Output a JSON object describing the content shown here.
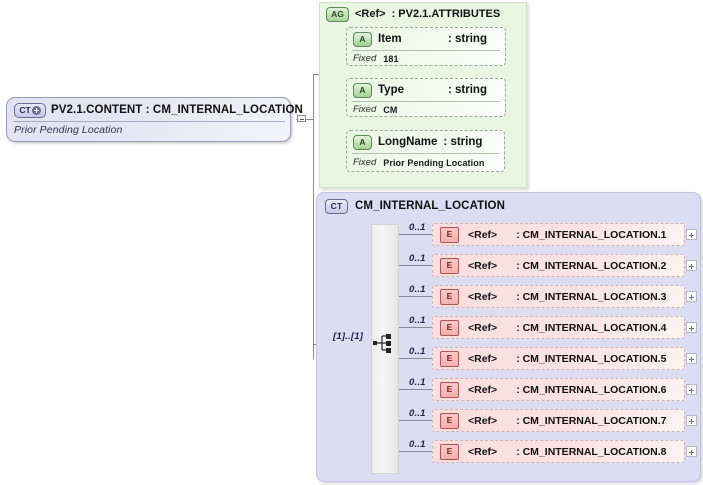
{
  "diagram": {
    "type": "xsd-schema-diagram",
    "root": {
      "badge": "CT",
      "badge_icon": "complex-type-expand-icon",
      "title": "PV2.1.CONTENT : CM_INTERNAL_LOCATION",
      "annotation": "Prior Pending Location"
    },
    "attribute_group": {
      "badge": "AG",
      "ref": "<Ref>",
      "type": ": PV2.1.ATTRIBUTES",
      "fixed_label": "Fixed",
      "attributes": [
        {
          "badge": "A",
          "name": "Item",
          "type": ": string",
          "fixed": "181"
        },
        {
          "badge": "A",
          "name": "Type",
          "type": ": string",
          "fixed": "CM"
        },
        {
          "badge": "A",
          "name": "LongName",
          "type": ": string",
          "fixed": "Prior Pending Location"
        }
      ]
    },
    "complex_type": {
      "badge": "CT",
      "name": "CM_INTERNAL_LOCATION",
      "compositor": "sequence",
      "compositor_icon": "sequence-icon",
      "compositor_cardinality": "[1]..[1]",
      "elements": [
        {
          "badge": "E",
          "cardinality": "0..1",
          "ref": "<Ref>",
          "type": ": CM_INTERNAL_LOCATION.1"
        },
        {
          "badge": "E",
          "cardinality": "0..1",
          "ref": "<Ref>",
          "type": ": CM_INTERNAL_LOCATION.2"
        },
        {
          "badge": "E",
          "cardinality": "0..1",
          "ref": "<Ref>",
          "type": ": CM_INTERNAL_LOCATION.3"
        },
        {
          "badge": "E",
          "cardinality": "0..1",
          "ref": "<Ref>",
          "type": ": CM_INTERNAL_LOCATION.4"
        },
        {
          "badge": "E",
          "cardinality": "0..1",
          "ref": "<Ref>",
          "type": ": CM_INTERNAL_LOCATION.5"
        },
        {
          "badge": "E",
          "cardinality": "0..1",
          "ref": "<Ref>",
          "type": ": CM_INTERNAL_LOCATION.6"
        },
        {
          "badge": "E",
          "cardinality": "0..1",
          "ref": "<Ref>",
          "type": ": CM_INTERNAL_LOCATION.7"
        },
        {
          "badge": "E",
          "cardinality": "0..1",
          "ref": "<Ref>",
          "type": ": CM_INTERNAL_LOCATION.8"
        }
      ]
    },
    "colors": {
      "attribute_group_bg": "#e9f6e4",
      "complex_type_bg": "#dcdcf3",
      "element_bg": "#fbdede",
      "root_bg": "#e6e6f4",
      "connector": "#8a8a9e"
    }
  }
}
